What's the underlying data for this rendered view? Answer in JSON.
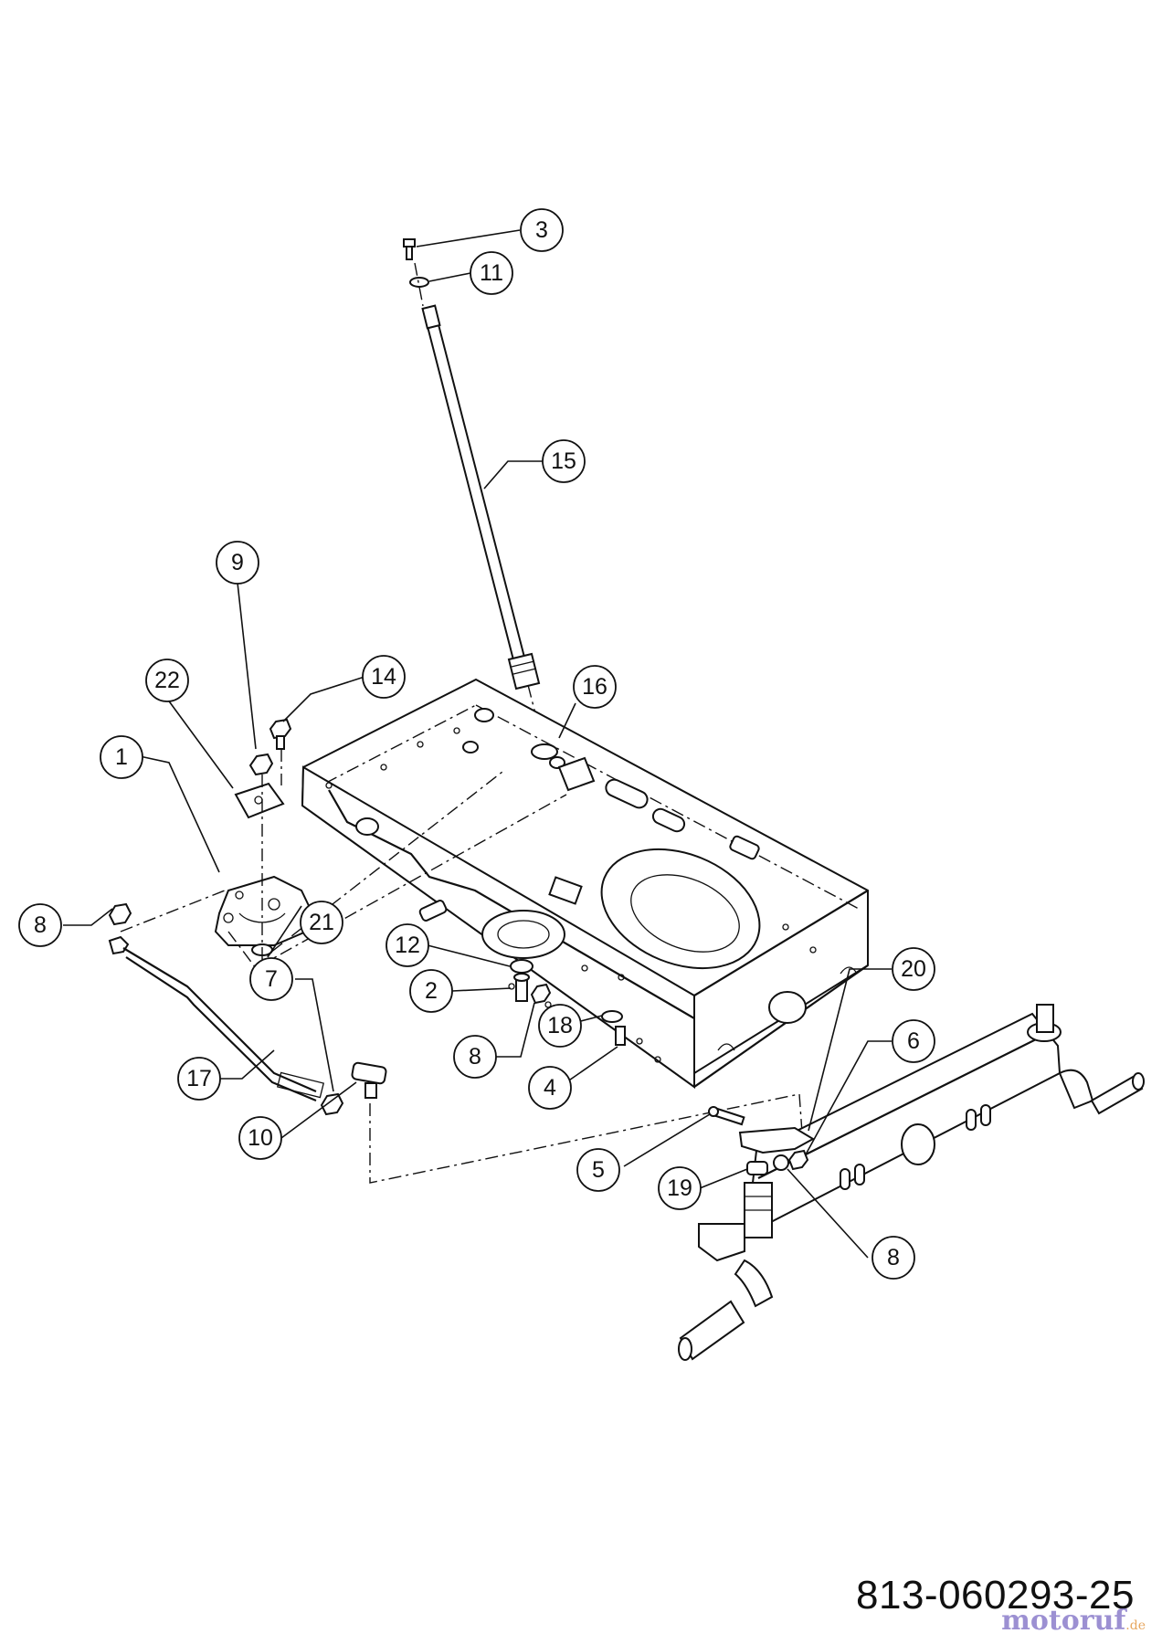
{
  "diagram": {
    "code": "813-060293-25",
    "watermark": {
      "brand": "motoruf",
      "suffix": ".de"
    },
    "callouts": [
      {
        "id": "callout-3",
        "label": "3"
      },
      {
        "id": "callout-11",
        "label": "11"
      },
      {
        "id": "callout-15",
        "label": "15"
      },
      {
        "id": "callout-9",
        "label": "9"
      },
      {
        "id": "callout-14",
        "label": "14"
      },
      {
        "id": "callout-22",
        "label": "22"
      },
      {
        "id": "callout-16",
        "label": "16"
      },
      {
        "id": "callout-1",
        "label": "1"
      },
      {
        "id": "callout-8a",
        "label": "8"
      },
      {
        "id": "callout-21",
        "label": "21"
      },
      {
        "id": "callout-12",
        "label": "12"
      },
      {
        "id": "callout-7",
        "label": "7"
      },
      {
        "id": "callout-2",
        "label": "2"
      },
      {
        "id": "callout-20",
        "label": "20"
      },
      {
        "id": "callout-18",
        "label": "18"
      },
      {
        "id": "callout-8b",
        "label": "8"
      },
      {
        "id": "callout-6",
        "label": "6"
      },
      {
        "id": "callout-17",
        "label": "17"
      },
      {
        "id": "callout-4",
        "label": "4"
      },
      {
        "id": "callout-10",
        "label": "10"
      },
      {
        "id": "callout-5",
        "label": "5"
      },
      {
        "id": "callout-19",
        "label": "19"
      },
      {
        "id": "callout-8c",
        "label": "8"
      }
    ]
  }
}
